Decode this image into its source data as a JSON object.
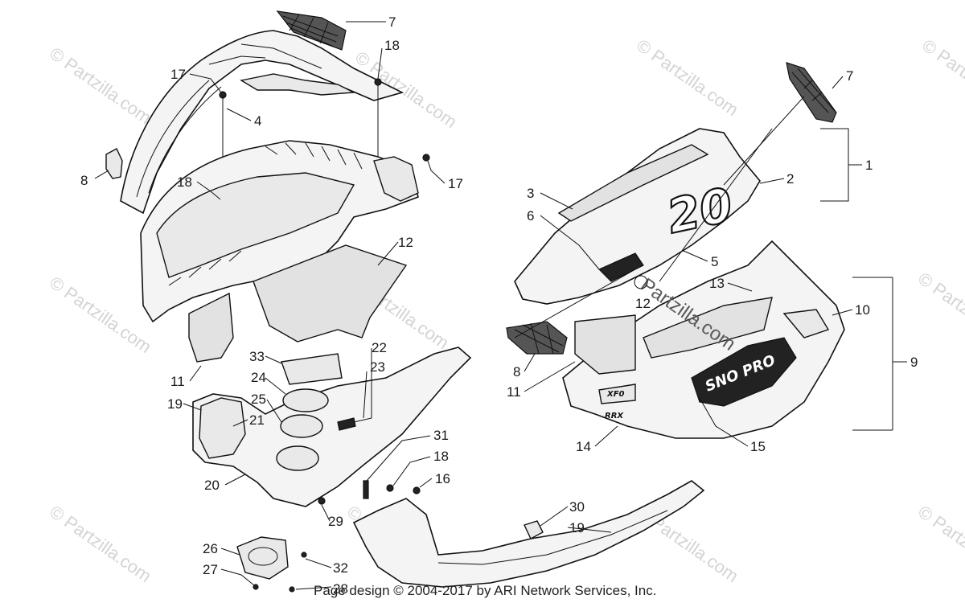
{
  "watermarks": [
    "© Partzilla.com",
    "© Partzilla.com",
    "© Partzilla.com",
    "© Partzilla.com",
    "© Partzilla.com",
    "© Partzilla.com",
    "© Partzilla.com",
    "© Partzilla.com",
    "© Partzilla.com",
    "© Partzilla.com",
    "© Partzilla.com"
  ],
  "center_watermark": "Partzilla.com",
  "decals": {
    "number": "20",
    "model": "SNO PRO",
    "badge_top": "XF0",
    "badge_bottom": "RRX"
  },
  "callouts": [
    "7",
    "18",
    "17",
    "4",
    "8",
    "18",
    "17",
    "12",
    "11",
    "33",
    "22",
    "24",
    "23",
    "19",
    "25",
    "21",
    "20",
    "31",
    "18",
    "16",
    "29",
    "26",
    "32",
    "27",
    "28",
    "30",
    "19",
    "7",
    "1",
    "2",
    "3",
    "6",
    "5",
    "13",
    "12",
    "10",
    "9",
    "8",
    "11",
    "14",
    "15"
  ],
  "footer": "Page design © 2004-2017 by ARI Network Services, Inc."
}
